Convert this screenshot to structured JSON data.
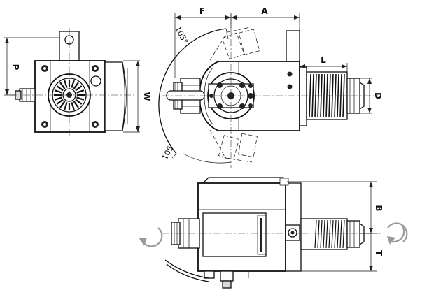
{
  "dimensions": {
    "F": "F",
    "A": "A",
    "L": "L",
    "D": "D",
    "P": "P",
    "W": "W",
    "B": "B",
    "T": "T"
  },
  "angles": {
    "upper": "105°",
    "lower": "105°"
  },
  "colors": {
    "line": "#111111",
    "rotation_arrow": "#9a9a9a",
    "body_fill": "#f2f2f2"
  },
  "icons": {
    "rotation_left": "rotate-ccw-icon",
    "rotation_right": "rotate-cw-icon"
  }
}
